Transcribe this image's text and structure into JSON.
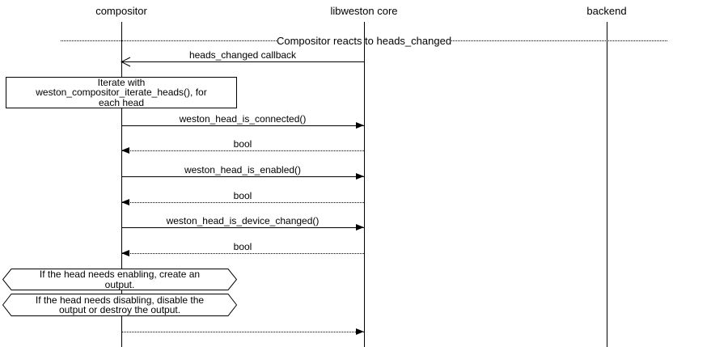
{
  "title": "Compositor reacts to heads_changed",
  "lifelines": [
    {
      "name": "compositor"
    },
    {
      "name": "libweston core"
    },
    {
      "name": "backend"
    }
  ],
  "messages": [
    {
      "from": "libweston core",
      "to": "compositor",
      "label": "heads_changed callback",
      "style": "solid",
      "arrowhead": "open"
    },
    {
      "from": "compositor",
      "to": "libweston core",
      "label": "weston_head_is_connected()",
      "style": "solid",
      "arrowhead": "filled"
    },
    {
      "from": "libweston core",
      "to": "compositor",
      "label": "bool",
      "style": "dotted",
      "arrowhead": "filled"
    },
    {
      "from": "compositor",
      "to": "libweston core",
      "label": "weston_head_is_enabled()",
      "style": "solid",
      "arrowhead": "filled"
    },
    {
      "from": "libweston core",
      "to": "compositor",
      "label": "bool",
      "style": "dotted",
      "arrowhead": "filled"
    },
    {
      "from": "compositor",
      "to": "libweston core",
      "label": "weston_head_is_device_changed()",
      "style": "solid",
      "arrowhead": "filled"
    },
    {
      "from": "libweston core",
      "to": "compositor",
      "label": "bool",
      "style": "dotted",
      "arrowhead": "filled"
    },
    {
      "from": "compositor",
      "to": "libweston core",
      "label": "",
      "style": "dotted",
      "arrowhead": "filled"
    }
  ],
  "notes": [
    {
      "type": "box",
      "lines": [
        "Iterate with",
        "weston_compositor_iterate_heads(), for",
        "each head"
      ]
    },
    {
      "type": "hexagon",
      "lines": [
        "If the head needs enabling, create an",
        "output."
      ]
    },
    {
      "type": "hexagon",
      "lines": [
        "If the head needs disabling, disable the",
        "output or destroy the output."
      ]
    }
  ],
  "colors": {
    "line": "#000000",
    "background": "#ffffff"
  }
}
